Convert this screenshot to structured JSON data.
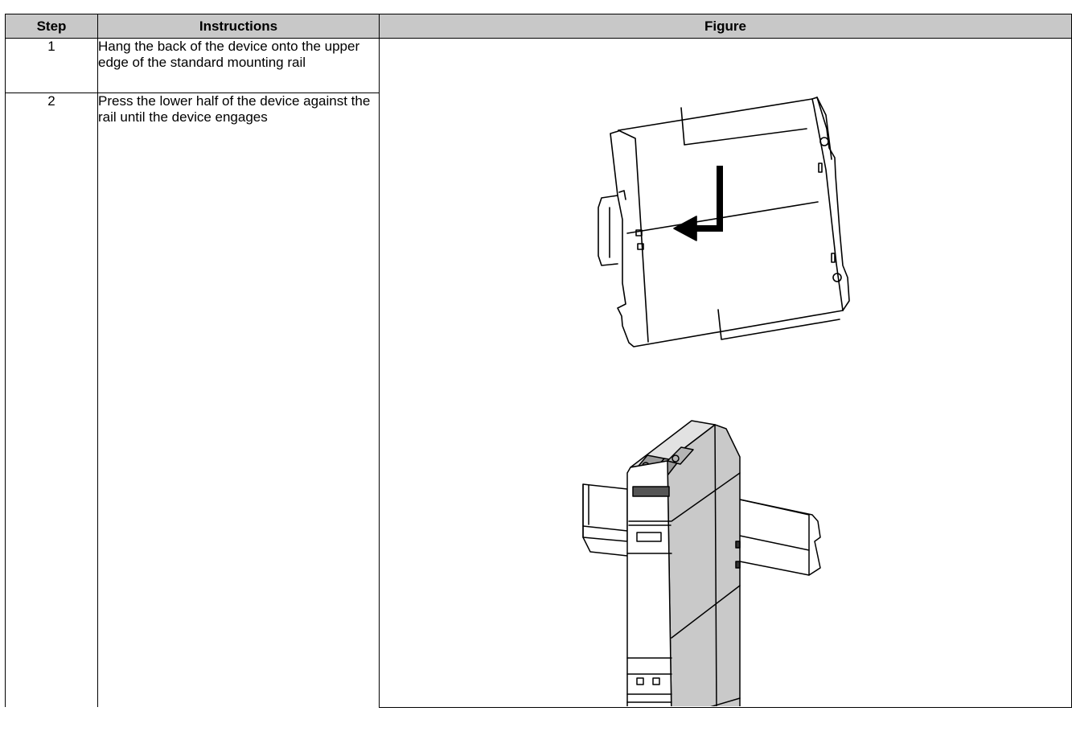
{
  "table": {
    "headers": {
      "step": "Step",
      "instructions": "Instructions",
      "figure": "Figure"
    },
    "rows": [
      {
        "step": "1",
        "instruction": "Hang the back of the device onto the upper edge of the standard mounting rail"
      },
      {
        "step": "2",
        "instruction": "Press the lower half of the device against the rail until the device engages"
      }
    ]
  },
  "figures": {
    "side_view": {
      "icon": "device-side-view-with-arrow"
    },
    "perspective_view": {
      "icon": "device-on-din-rail-perspective"
    }
  }
}
